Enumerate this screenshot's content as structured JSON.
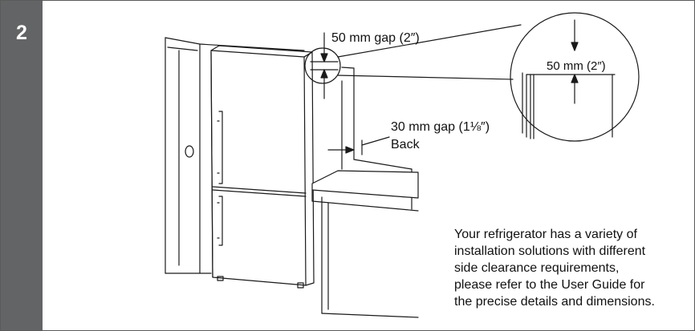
{
  "step": {
    "number": "2"
  },
  "labels": {
    "top_gap": "50 mm gap (2″)",
    "zoom_gap": "50 mm (2″)",
    "back_gap": "30 mm gap (1⅛″)",
    "back": "Back"
  },
  "note": {
    "lines": [
      "Your refrigerator has a variety of",
      "installation solutions with different",
      "side clearance requirements,",
      "please refer to the User Guide for",
      "the precise details and dimensions."
    ]
  }
}
